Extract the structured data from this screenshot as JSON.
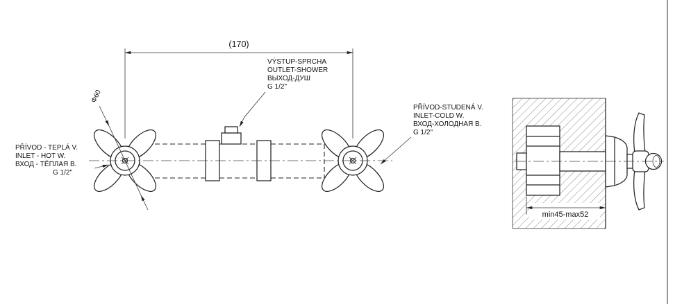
{
  "front_view": {
    "dim_width": "(170)",
    "dia_label": "Φ60",
    "outlet_label": {
      "lines": [
        "VÝSTUP-SPRCHA",
        "OUTLET-SHOWER",
        "ВЫХОД-ДУШ",
        "G 1/2\""
      ]
    },
    "hot_label": {
      "lines": [
        "PŘÍVOD - TEPLÁ V.",
        "INLET - HOT W.",
        "ВХОД - ТЁПЛАЯ В.",
        "G 1/2\""
      ]
    },
    "cold_label": {
      "lines": [
        "PŘÍVOD-STUDENÁ V.",
        "INLET-COLD W.",
        "ВХОД-ХОЛОДНАЯ В.",
        "G 1/2\""
      ]
    }
  },
  "side_view": {
    "dim_depth": "min45-max52"
  }
}
